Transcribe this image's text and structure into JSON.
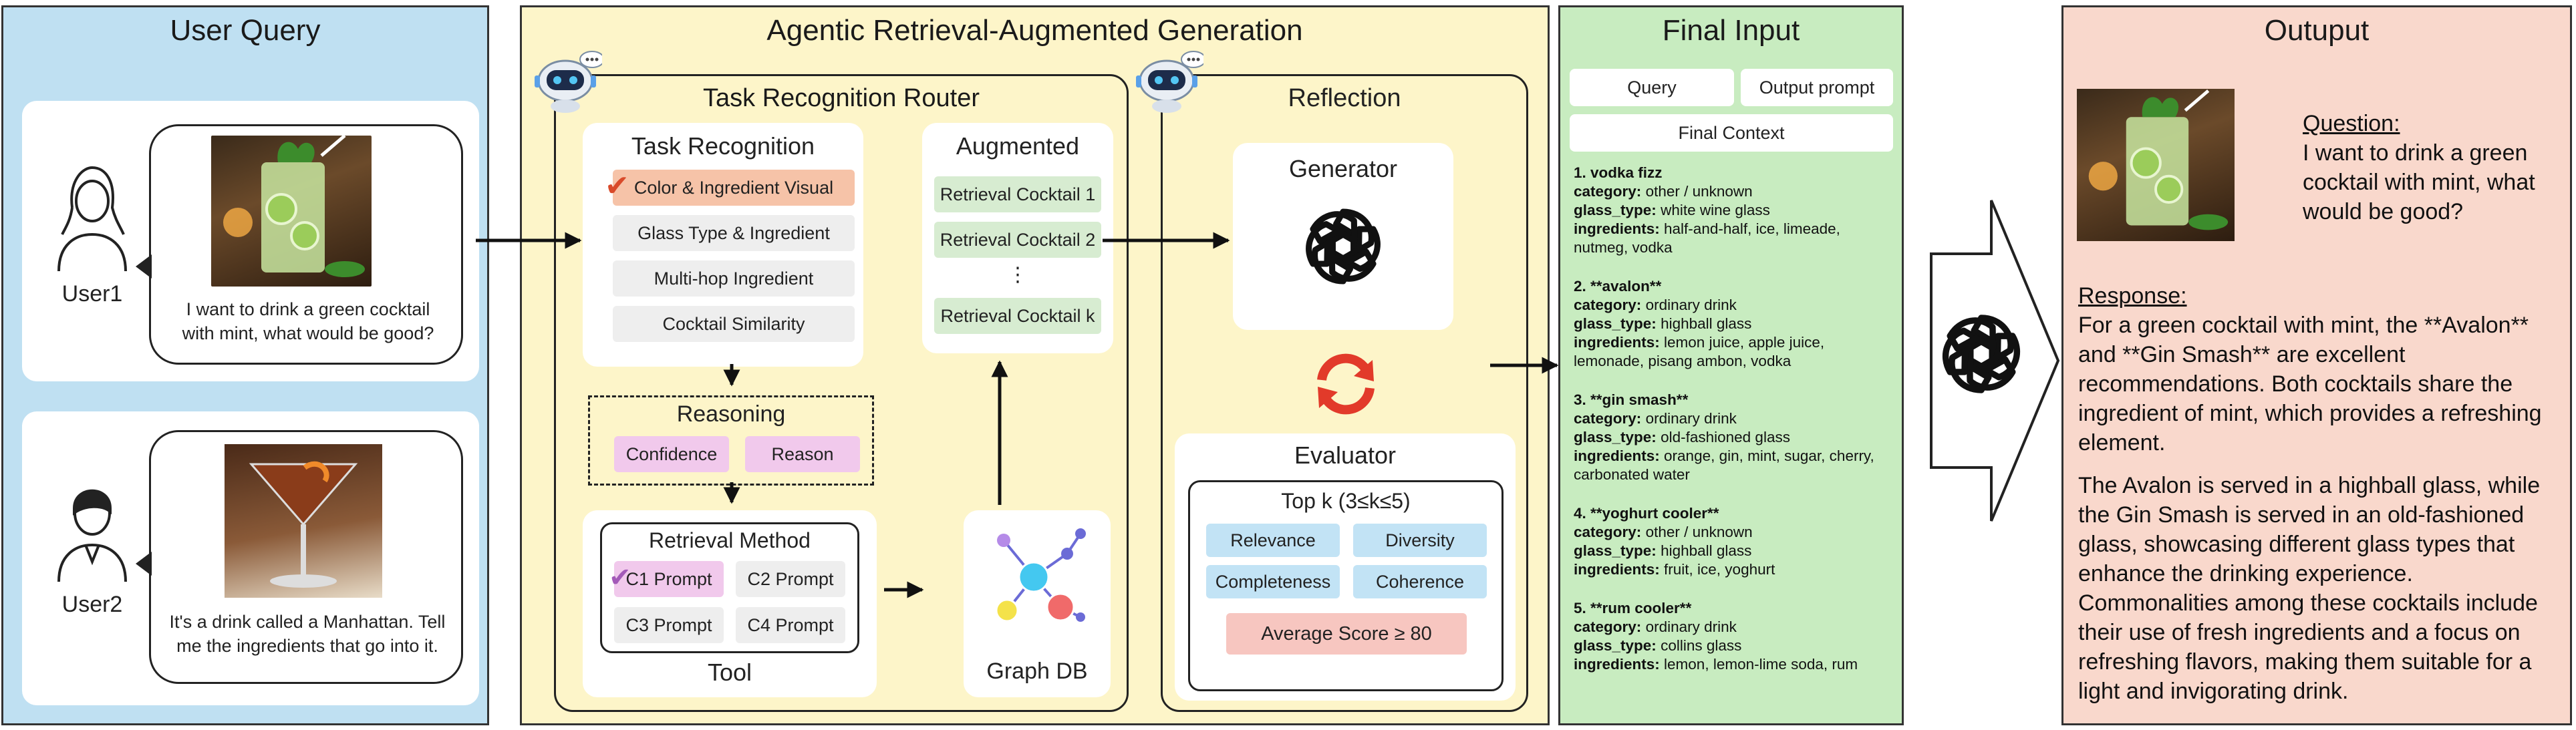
{
  "user_query": {
    "title": "User Query",
    "user1": {
      "label": "User1",
      "text": "I want to drink a green cocktail with mint, what would be good?"
    },
    "user2": {
      "label": "User2",
      "text": "It's a drink called a Manhattan. Tell me the ingredients that go into it."
    }
  },
  "agentic": {
    "title": "Agentic Retrieval-Augmented Generation",
    "router": {
      "title": "Task Recognition Router",
      "task_recognition": {
        "title": "Task Recognition",
        "items": [
          "Color & Ingredient Visual",
          "Glass Type & Ingredient",
          "Multi-hop Ingredient",
          "Cocktail Similarity"
        ]
      },
      "reasoning": {
        "title": "Reasoning",
        "items": [
          "Confidence",
          "Reason"
        ]
      },
      "retrieval_method": {
        "title": "Retrieval Method",
        "items": [
          "C1 Prompt",
          "C2 Prompt",
          "C3 Prompt",
          "C4 Prompt"
        ],
        "footer": "Tool"
      },
      "graph_db": "Graph DB",
      "augmented": {
        "title": "Augmented",
        "items": [
          "Retrieval Cocktail 1",
          "Retrieval Cocktail 2",
          "⋮",
          "Retrieval Cocktail k"
        ]
      }
    },
    "reflection": {
      "title": "Reflection",
      "generator": "Generator",
      "evaluator": {
        "title": "Evaluator",
        "topk": "Top k (3≤k≤5)",
        "metrics": [
          "Relevance",
          "Diversity",
          "Completeness",
          "Coherence"
        ],
        "score": "Average Score ≥ 80"
      }
    }
  },
  "final_input": {
    "title": "Final Input",
    "buttons": [
      "Query",
      "Output prompt",
      "Final Context"
    ],
    "items": [
      {
        "name": "1. vodka fizz",
        "category": "other / unknown",
        "glass": "white wine glass",
        "ingredients": "half-and-half, ice, limeade, nutmeg, vodka"
      },
      {
        "name": "2. **avalon**",
        "category": "ordinary drink",
        "glass": "highball glass",
        "ingredients": "lemon juice, apple juice, lemonade, pisang ambon, vodka"
      },
      {
        "name": "3. **gin smash**",
        "category": "ordinary drink",
        "glass": "old-fashioned glass",
        "ingredients": "orange, gin, mint, sugar, cherry, carbonated water"
      },
      {
        "name": "4. **yoghurt cooler**",
        "category": "other / unknown",
        "glass": "highball glass",
        "ingredients": "fruit, ice, yoghurt"
      },
      {
        "name": "5. **rum cooler**",
        "category": "ordinary drink",
        "glass": "collins glass",
        "ingredients": "lemon, lemon-lime soda, rum"
      }
    ],
    "labels": {
      "category": "category:",
      "glass": "glass_type:",
      "ingredients": "ingredients:"
    }
  },
  "output": {
    "title": "Outuput",
    "question_label": "Question:",
    "question": "I want to drink a green cocktail with mint, what would be good?",
    "response_label": "Response:",
    "response_p1": "For a green cocktail with mint, the **Avalon** and **Gin Smash** are excellent recommendations. Both cocktails share the ingredient of mint, which provides a refreshing element.",
    "response_p2": "The Avalon is served in a highball glass, while the Gin Smash is served in an old-fashioned glass, showcasing different glass types that enhance the drinking experience. Commonalities among these cocktails include their use of fresh ingredients and a focus on refreshing flavors, making them suitable for a light and invigorating drink."
  },
  "colors": {
    "user_query_bg": "#bfe0f2",
    "agentic_bg": "#fdf5c9",
    "final_input_bg": "#c8ecc0",
    "output_bg": "#f9d8cc",
    "refresh_red": "#e23a2a"
  }
}
